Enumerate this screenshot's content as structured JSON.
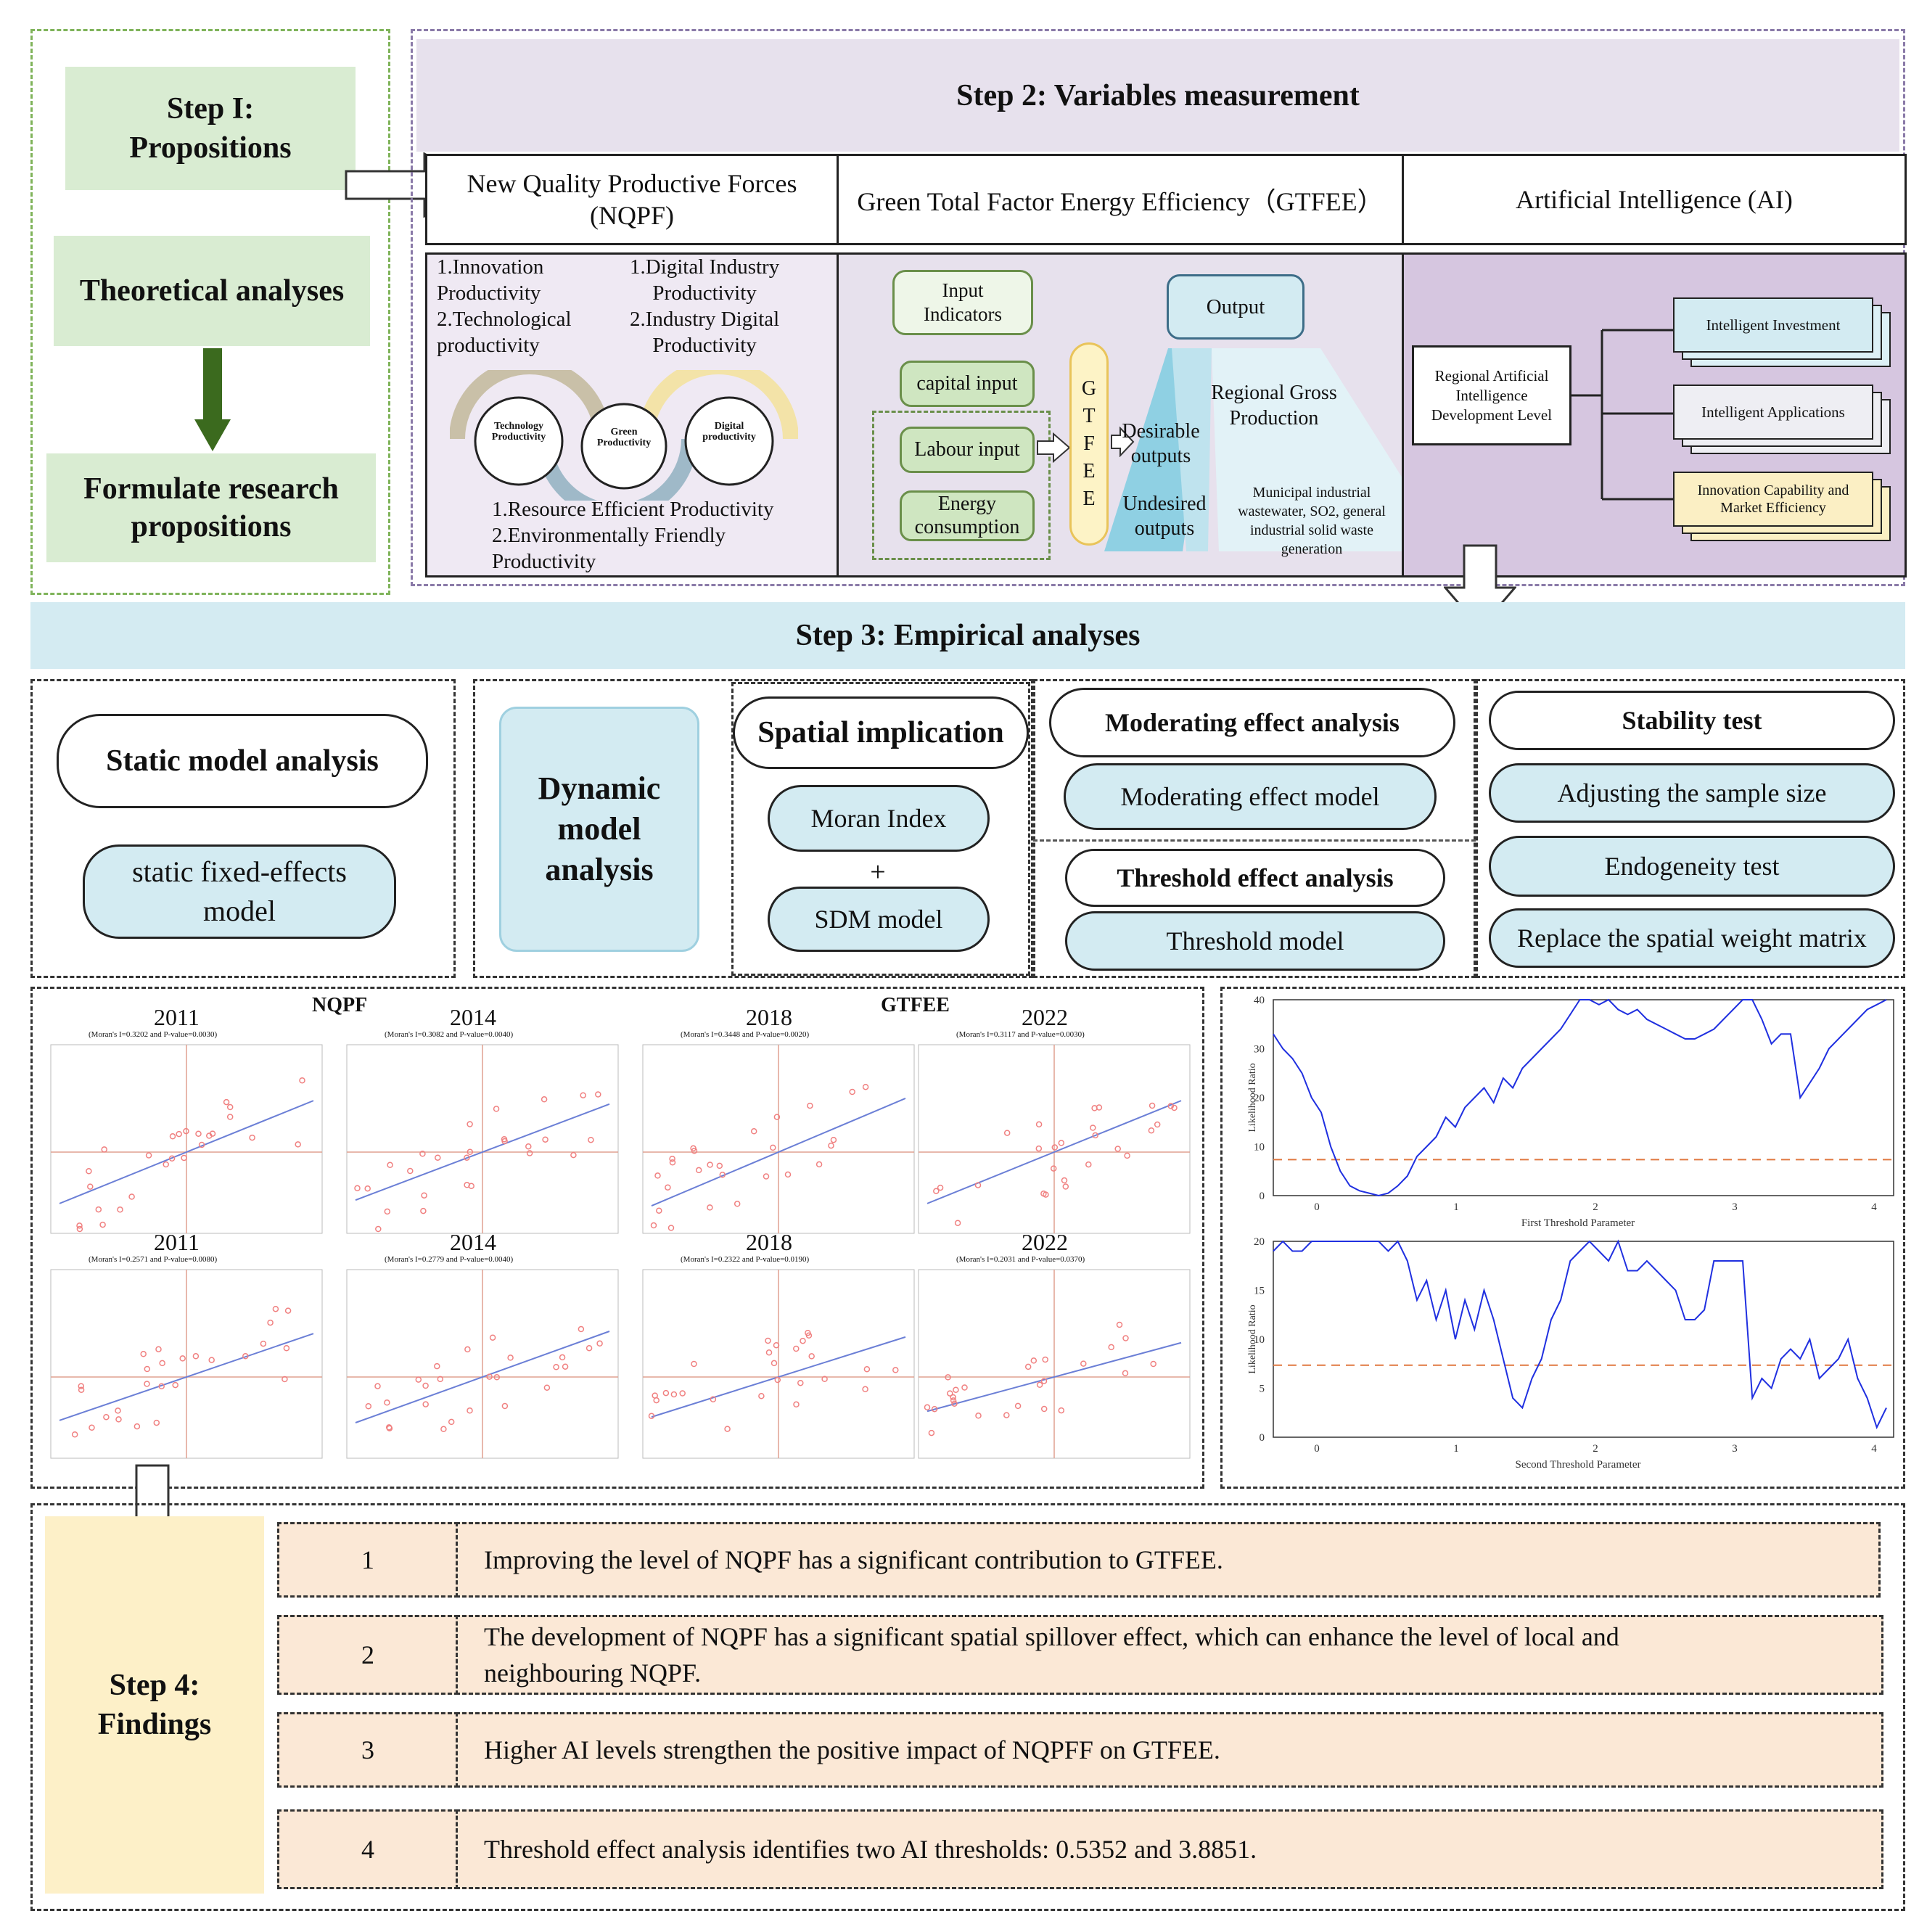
{
  "step1": {
    "title_line1": "Step I:",
    "title_line2": "Propositions",
    "theoretical": "Theoretical analyses",
    "formulate_line1": "Formulate research",
    "formulate_line2": "propositions"
  },
  "step2": {
    "title": "Step 2: Variables measurement",
    "nqpf": {
      "header_line1": "New Quality Productive Forces",
      "header_line2": "(NQPF)",
      "left_list": [
        "1.Innovation",
        "Productivity",
        "2.Technological",
        "productivity"
      ],
      "right_list": [
        "1.Digital Industry",
        "Productivity",
        "2.Industry Digital",
        "Productivity"
      ],
      "circle1": "Technology Productivity",
      "circle2": "Green Productivity",
      "circle3": "Digital productivity",
      "bottom_list": [
        "1.Resource Efficient Productivity",
        "2.Environmentally Friendly",
        "Productivity"
      ]
    },
    "gtfee": {
      "header": "Green Total Factor Energy Efficiency（GTFEE）",
      "input_line1": "Input",
      "input_line2": "Indicators",
      "capital": "capital input",
      "labour": "Labour input",
      "energy_line1": "Energy",
      "energy_line2": "consumption",
      "vertical": [
        "G",
        "T",
        "F",
        "E",
        "E"
      ],
      "output": "Output",
      "desirable_line1": "Desirable",
      "desirable_line2": "outputs",
      "undesired_line1": "Undesired",
      "undesired_line2": "outputs",
      "rgp_line1": "Regional Gross",
      "rgp_line2": "Production",
      "muni": [
        "Municipal industrial",
        "wastewater, SO2, general",
        "industrial solid waste",
        "generation"
      ]
    },
    "ai": {
      "header": "Artificial Intelligence (AI)",
      "root": [
        "Regional Artificial",
        "Intelligence",
        "Development Level"
      ],
      "branch1": "Intelligent Investment",
      "branch2": "Intelligent Applications",
      "branch3_line1": "Innovation Capability and",
      "branch3_line2": "Market Efficiency"
    }
  },
  "step3": {
    "title": "Step 3: Empirical analyses",
    "static_title": "Static model analysis",
    "static_model_line1": "static fixed-effects",
    "static_model_line2": "model",
    "dynamic": [
      "Dynamic",
      "model",
      "analysis"
    ],
    "spatial_title": "Spatial implication",
    "moran": "Moran Index",
    "plus": "+",
    "sdm": "SDM model",
    "moderating_title": "Moderating effect analysis",
    "moderating_model": "Moderating effect model",
    "threshold_title": "Threshold effect analysis",
    "threshold_model": "Threshold model",
    "stability_title": "Stability test",
    "stab1": "Adjusting the sample size",
    "stab2": "Endogeneity test",
    "stab3": "Replace the spatial weight matrix"
  },
  "scatter": {
    "nqpf_label": "NQPF",
    "gtfee_label": "GTFEE",
    "years": [
      "2011",
      "2014",
      "2018",
      "2022",
      "2011",
      "2014",
      "2018",
      "2022"
    ],
    "subtitles": [
      "(Moran's I=0.3202 and P-value=0.0030)",
      "(Moran's I=0.3082 and P-value=0.0040)",
      "(Moran's I=0.3448 and P-value=0.0020)",
      "(Moran's I=0.3117 and P-value=0.0030)",
      "(Moran's I=0.2571 and P-value=0.0080)",
      "(Moran's I=0.2779 and P-value=0.0040)",
      "(Moran's I=0.2322 and P-value=0.0190)",
      "(Moran's I=0.2031 and P-value=0.0370)"
    ]
  },
  "threshold_plots": {
    "ylabel": "Likelihood Ratio",
    "xlabel1": "First Threshold Parameter",
    "xlabel2": "Second Threshold Parameter",
    "yticks1": [
      "0",
      "10",
      "20",
      "30",
      "40"
    ],
    "yticks2": [
      "0",
      "5",
      "10",
      "15",
      "20"
    ],
    "xticks": [
      "0",
      "1",
      "2",
      "3",
      "4"
    ]
  },
  "step4": {
    "title_line1": "Step 4:",
    "title_line2": "Findings",
    "findings": [
      {
        "num": "1",
        "text": "Improving the level of NQPF has a significant contribution to GTFEE."
      },
      {
        "num": "2",
        "text_line1": "The development of NQPF has a significant spatial spillover effect, which can enhance the level of local and",
        "text_line2": "neighbouring NQPF."
      },
      {
        "num": "3",
        "text": "Higher AI levels strengthen the positive impact of NQPFF on GTFEE."
      },
      {
        "num": "4",
        "text": "Threshold effect analysis identifies two AI thresholds: 0.5352 and 3.8851."
      }
    ]
  }
}
